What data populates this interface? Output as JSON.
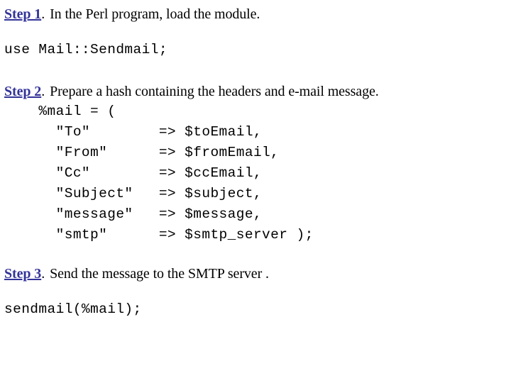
{
  "page": {
    "background_color": "#ffffff",
    "text_color": "#000000",
    "step_label_color": "#333399"
  },
  "steps": [
    {
      "label": "Step 1",
      "punct": ".",
      "text": "In the Perl program, load the module."
    },
    {
      "label": "Step 2",
      "punct": ".",
      "text": "Prepare a hash containing the headers and e-mail message."
    },
    {
      "label": "Step 3",
      "punct": ".",
      "text": "Send the message to the SMTP server ."
    }
  ],
  "code": {
    "use_module": "use Mail::Sendmail;",
    "hash_open": "    %mail = (",
    "hash_entries": [
      "      \"To\"        => $toEmail,",
      "      \"From\"      => $fromEmail,",
      "      \"Cc\"        => $ccEmail,",
      "      \"Subject\"   => $subject,",
      "      \"message\"   => $message,",
      "      \"smtp\"      => $smtp_server );"
    ],
    "send_call": "sendmail(%mail);"
  }
}
